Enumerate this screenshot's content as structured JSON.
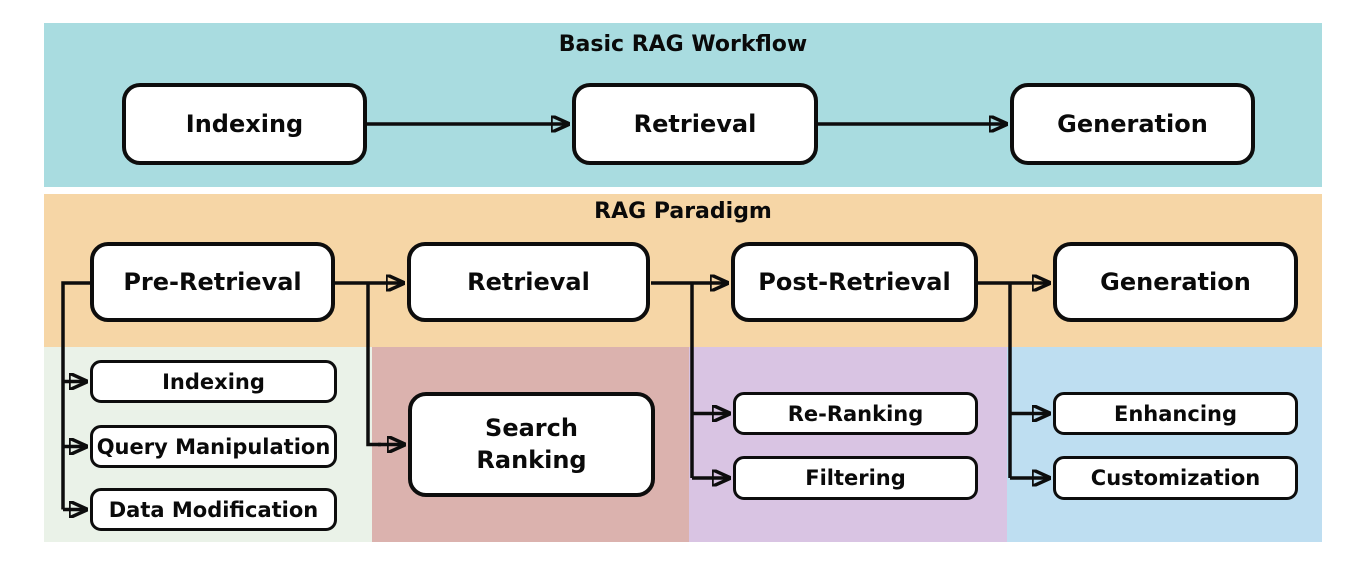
{
  "diagram": {
    "sections": {
      "basic": {
        "title": "Basic RAG Workflow",
        "bg_color": "#a9dce0"
      },
      "paradigm": {
        "title": "RAG Paradigm",
        "bg_color": "#f6d6a6"
      },
      "pre_retrieval_area": {
        "bg_color": "#eaf2e8"
      },
      "search_area": {
        "bg_color": "#dbb2ae"
      },
      "post_retrieval_area": {
        "bg_color": "#d9c4e3"
      },
      "generation_area": {
        "bg_color": "#bedef1"
      }
    },
    "nodes": {
      "basic_indexing": "Indexing",
      "basic_retrieval": "Retrieval",
      "basic_generation": "Generation",
      "pre_retrieval": "Pre-Retrieval",
      "retrieval": "Retrieval",
      "post_retrieval": "Post-Retrieval",
      "generation": "Generation",
      "indexing": "Indexing",
      "query_manipulation": "Query Manipulation",
      "data_modification": "Data Modification",
      "search_ranking": "Search\nRanking",
      "re_ranking": "Re-Ranking",
      "filtering": "Filtering",
      "enhancing": "Enhancing",
      "customization": "Customization"
    },
    "connector_color": "#0d0d0d",
    "node_fill": "#ffffff",
    "node_border": "#0d0d0d"
  }
}
